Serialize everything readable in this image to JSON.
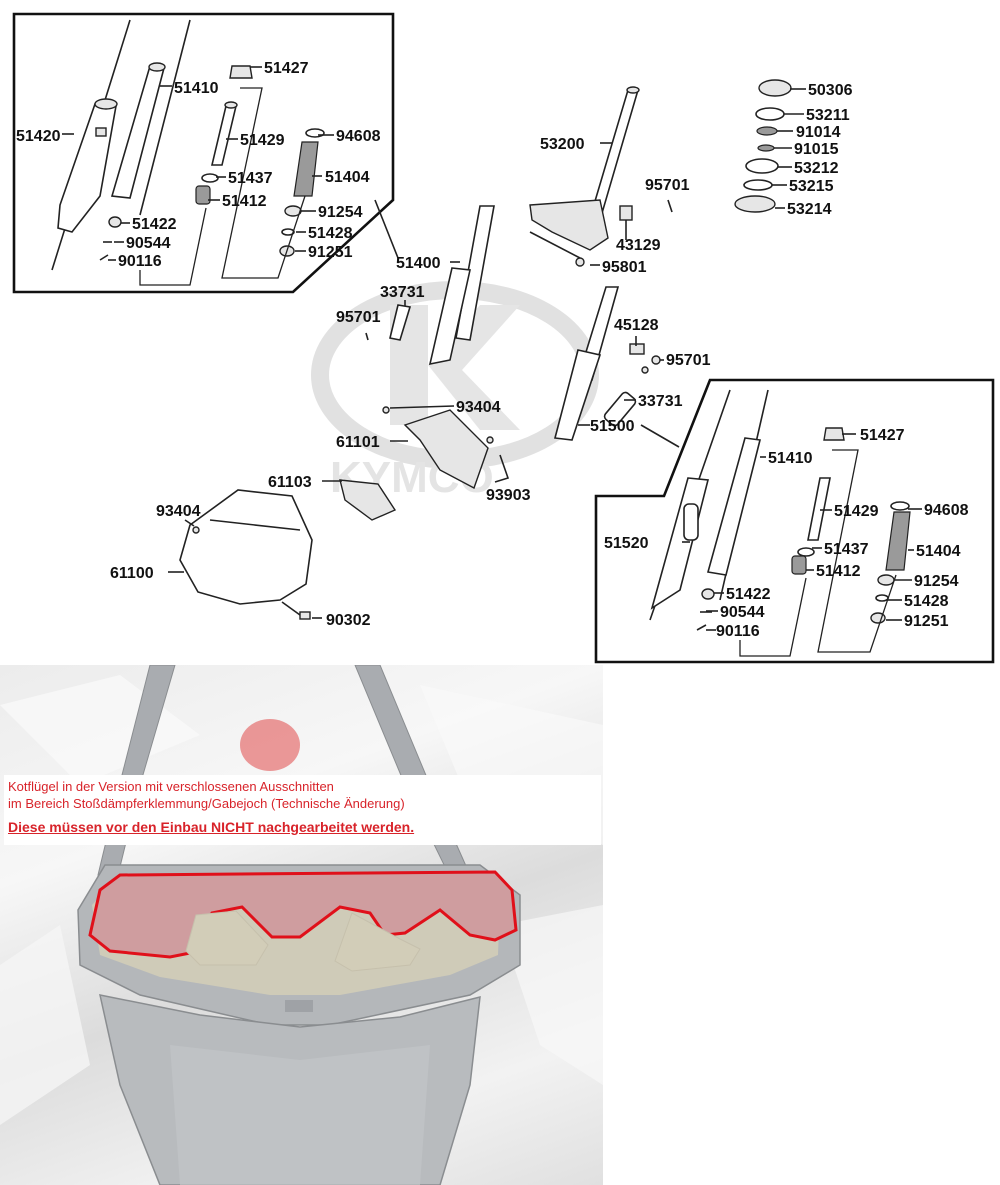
{
  "diagram": {
    "labels": {
      "p51427_a": "51427",
      "p51410_a": "51410",
      "p51420": "51420",
      "p51429_a": "51429",
      "p94608_a": "94608",
      "p51437_a": "51437",
      "p51404_a": "51404",
      "p51412_a": "51412",
      "p51422_a": "51422",
      "p91254_a": "91254",
      "p90544_a": "90544",
      "p51428_a": "51428",
      "p90116_a": "90116",
      "p91251_a": "91251",
      "p51400": "51400",
      "p53200": "53200",
      "p50306": "50306",
      "p53211": "53211",
      "p91014": "91014",
      "p91015": "91015",
      "p53212": "53212",
      "p53215": "53215",
      "p53214": "53214",
      "p95701_a": "95701",
      "p43129": "43129",
      "p95801": "95801",
      "p33731_a": "33731",
      "p95701_b": "95701",
      "p45128": "45128",
      "p95701_c": "95701",
      "p33731_b": "33731",
      "p93404_a": "93404",
      "p51500": "51500",
      "p61101": "61101",
      "p61103": "61103",
      "p93903": "93903",
      "p93404_b": "93404",
      "p61100": "61100",
      "p90302": "90302",
      "p51427_b": "51427",
      "p51410_b": "51410",
      "p51520": "51520",
      "p51429_b": "51429",
      "p94608_b": "94608",
      "p51437_b": "51437",
      "p51404_b": "51404",
      "p51412_b": "51412",
      "p51422_b": "51422",
      "p91254_b": "91254",
      "p90544_b": "90544",
      "p51428_b": "51428",
      "p90116_b": "90116",
      "p91251_b": "91251"
    },
    "watermark": "KYMCO"
  },
  "photo_notice": {
    "line1": "Kotflügel in der Version mit verschlossenen Ausschnitten",
    "line2": "im Bereich Stoßdämpferklemmung/Gabejoch (Technische Änderung)",
    "line3": "Diese müssen vor den Einbau NICHT nachgearbeitet werden."
  },
  "colors": {
    "notice_text": "#d8232a",
    "highlight_outline": "#e0101a",
    "fender_silver": "#b4b7ba"
  }
}
